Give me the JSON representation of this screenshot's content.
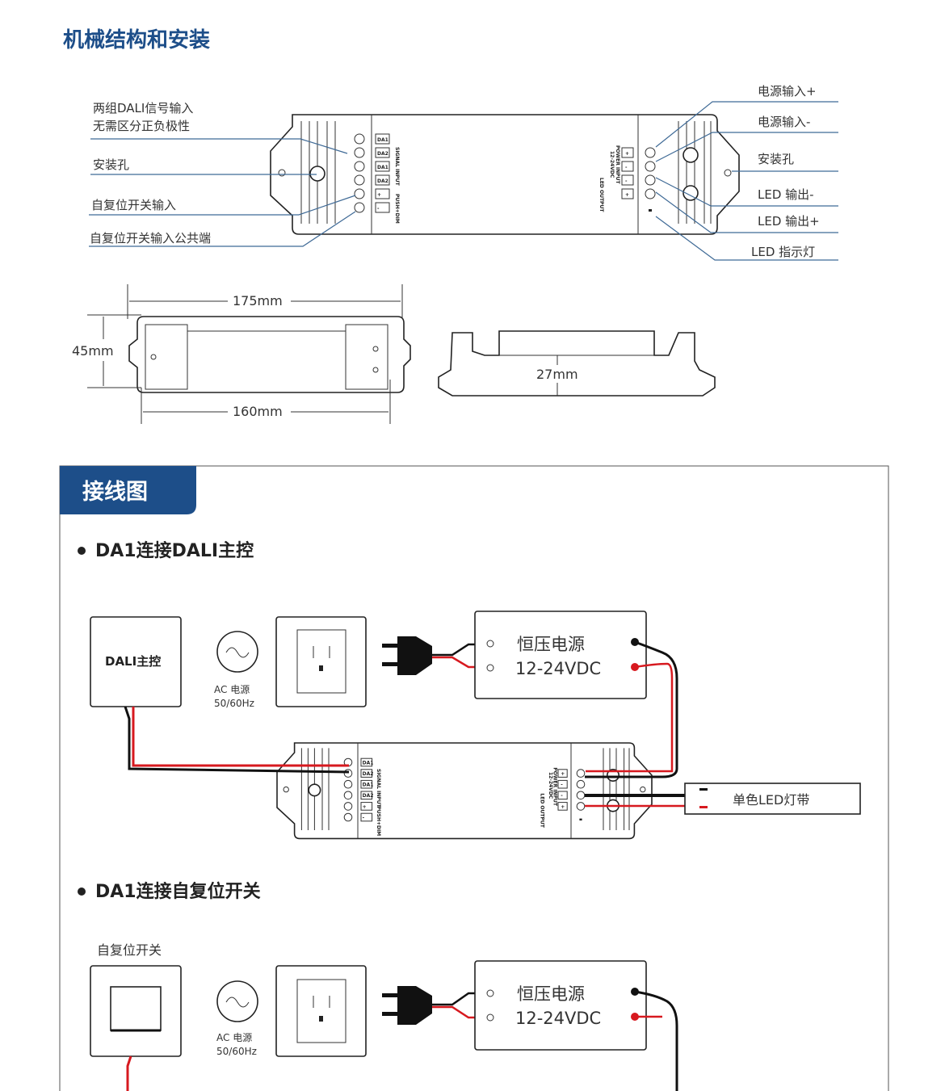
{
  "section1": {
    "title": "机械结构和安装"
  },
  "callouts": {
    "left": [
      "两组DALI信号输入",
      "无需区分正负极性",
      "安装孔",
      "自复位开关输入",
      "自复位开关输入公共端"
    ],
    "right": [
      "电源输入+",
      "电源输入-",
      "安装孔",
      "LED 输出-",
      "LED 输出+",
      "LED 指示灯"
    ]
  },
  "device_labels": {
    "terminals_left": [
      "DA1",
      "DA2",
      "DA1",
      "DA2",
      "+",
      "-"
    ],
    "signal_input": "SIGNAL INPUT",
    "push_dim": "PUSH+DIM",
    "terminals_right": [
      "+",
      "-",
      "-",
      "+"
    ],
    "power_input": "POWER INPUT",
    "power_voltage": "12-24VDC",
    "led_output": "LED OUTPUT"
  },
  "dimensions": {
    "length": "175mm",
    "height": "45mm",
    "hole_spacing": "160mm",
    "thickness": "27mm"
  },
  "section2": {
    "tab_title": "接线图",
    "diagram1": {
      "heading": "DA1连接DALI主控",
      "controller": "DALI主控",
      "ac_label": "AC 电源",
      "ac_freq": "50/60Hz",
      "psu_title": "恒压电源",
      "psu_voltage": "12-24VDC",
      "led_strip": "单色LED灯带"
    },
    "diagram2": {
      "heading": "DA1连接自复位开关",
      "switch_label": "自复位开关",
      "ac_label": "AC 电源",
      "ac_freq": "50/60Hz",
      "psu_title": "恒压电源",
      "psu_voltage": "12-24VDC"
    }
  },
  "colors": {
    "accent": "#1d4e89",
    "wire_red": "#d7191f",
    "wire_black": "#1a1a1a",
    "leader": "#3f6a96"
  }
}
